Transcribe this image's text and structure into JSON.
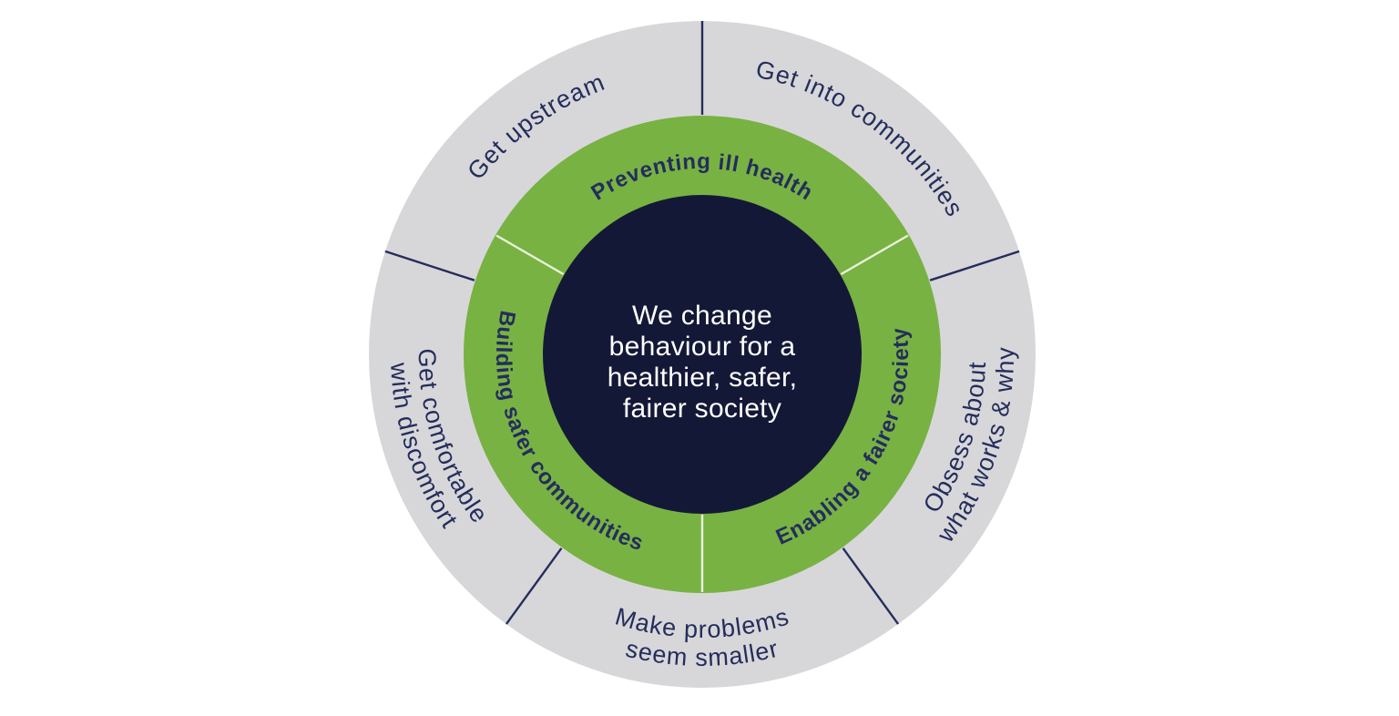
{
  "center_message": {
    "line1": "We change",
    "line2": "behaviour for a",
    "line3": "healthier, safer,",
    "line4": "fairer society"
  },
  "inner_ring": {
    "top_label": "Preventing ill health",
    "right_label": "Enabling a fairer society",
    "left_label": "Building safer communities"
  },
  "outer_ring": {
    "upper_left_label": "Get upstream",
    "upper_right_label": "Get into communities",
    "right_label_line1": "Obsess about",
    "right_label_line2": "what works & why",
    "bottom_label_line1": "Make problems",
    "bottom_label_line2": "seem smaller",
    "left_label_line1": "Get comfortable",
    "left_label_line2": "with discomfort"
  },
  "colors": {
    "background": "#FFFFFF",
    "outer_ring_gray": "#D7D7D9",
    "inner_ring_green": "#78B243",
    "center_navy": "#141837",
    "label_navy": "#242D5C",
    "divider_navy": "#242D5C",
    "inner_divider_light": "#E9F2DC",
    "center_text_white": "#FFFFFF"
  }
}
